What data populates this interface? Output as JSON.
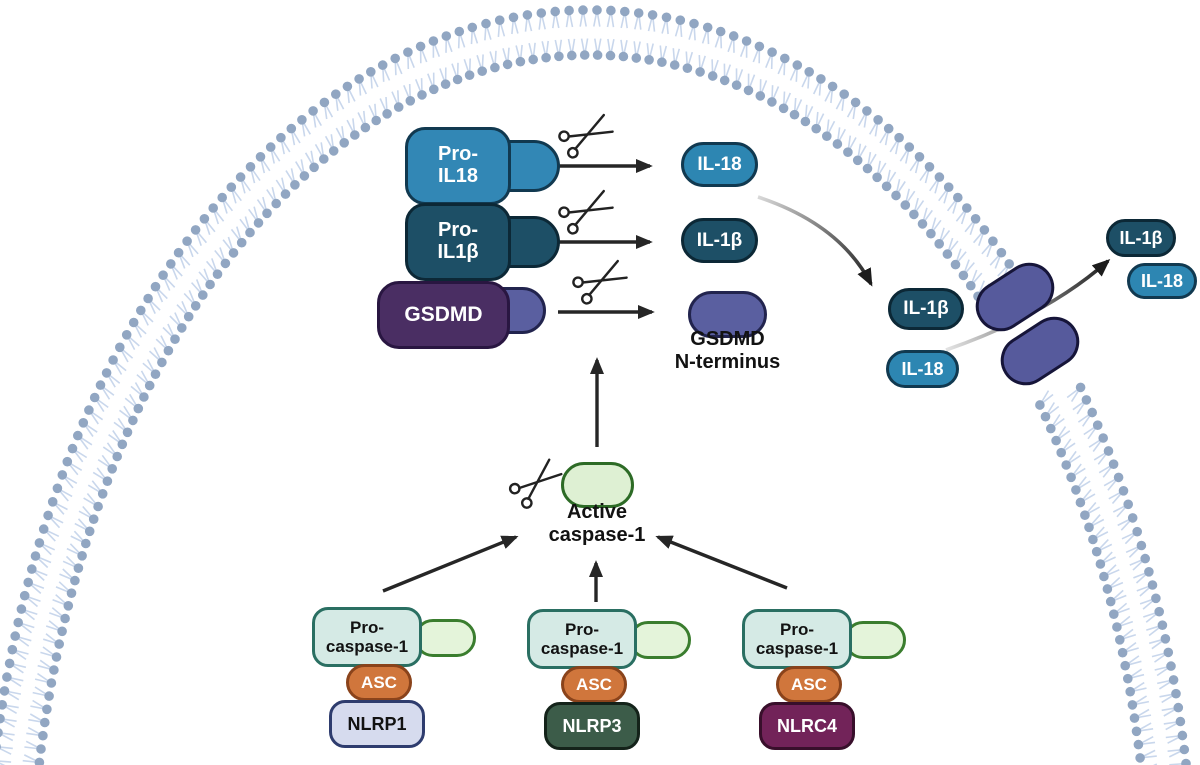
{
  "palette": {
    "il18_blue": "#2d86b2",
    "il18_box_blue": "#3287b5",
    "il1b_teal": "#1d4f66",
    "gsdmd_purple": "#4a2e63",
    "nterm_slate": "#5a5fa0",
    "pore_slate": "#565a9c",
    "caspase_green": "#def0d3",
    "caspase_green_border": "#2d6b26",
    "procaspase_mint": "#d5eae5",
    "procaspase_border": "#2a6f62",
    "tailpill_green": "#e4f4da",
    "tailpill_border": "#3a7d2e",
    "asc_orange": "#d0763c",
    "asc_border": "#8a431b",
    "membrane_head": "#91a6c2",
    "membrane_tail": "#c9d7ec",
    "arrow": "#262626",
    "border_dark_blue": "#113950",
    "border_dark_teal": "#0c2836",
    "border_dark_purple": "#291641",
    "border_dark_slate": "#22244e",
    "pore_border": "#161539",
    "text_dark": "#121212"
  },
  "rows": {
    "il18": {
      "substrate_line1": "Pro-",
      "substrate_line2": "IL18",
      "product": "IL-18"
    },
    "il1b": {
      "substrate_line1": "Pro-",
      "substrate_line2": "IL1β",
      "product": "IL-1β"
    },
    "gsdmd": {
      "substrate": "GSDMD",
      "product_caption_line1": "GSDMD",
      "product_caption_line2": "N-terminus"
    }
  },
  "caspase": {
    "caption_line1": "Active",
    "caption_line2": "caspase-1"
  },
  "inflammasomes": [
    {
      "procaspase_line1": "Pro-",
      "procaspase_line2": "caspase-1",
      "adaptor": "ASC",
      "sensor": "NLRP1",
      "sensor_fill": "#d6dbee",
      "sensor_border": "#2e3c6e",
      "sensor_text": "#121212"
    },
    {
      "procaspase_line1": "Pro-",
      "procaspase_line2": "caspase-1",
      "adaptor": "ASC",
      "sensor": "NLRP3",
      "sensor_fill": "#3c5c49",
      "sensor_border": "#14231a",
      "sensor_text": "#ffffff"
    },
    {
      "procaspase_line1": "Pro-",
      "procaspase_line2": "caspase-1",
      "adaptor": "ASC",
      "sensor": "NLRC4",
      "sensor_fill": "#722359",
      "sensor_border": "#380f2b",
      "sensor_text": "#ffffff"
    }
  ],
  "secretion": {
    "inside_il1b": "IL-1β",
    "inside_il18": "IL-18",
    "outside_il1b": "IL-1β",
    "outside_il18": "IL-18"
  }
}
